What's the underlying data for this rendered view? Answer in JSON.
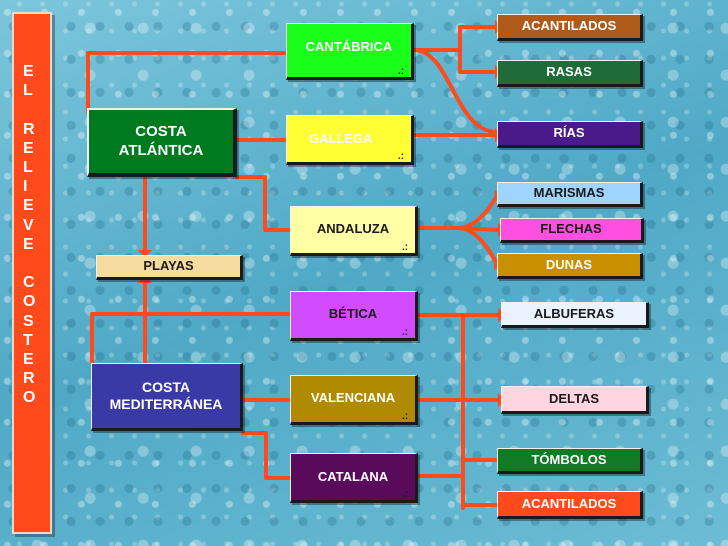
{
  "title": "E\nL\n\nR\nE\nL\nI\nE\nV\nE\n\nC\nO\nS\nT\nE\nR\nO",
  "coasts": {
    "atlantica": "COSTA\nATLÁNTICA",
    "mediterranea": "COSTA\nMEDITERRÁNEA",
    "playas": "PLAYAS"
  },
  "regions": {
    "cantabrica": "CANTÁBRICA",
    "gallega": "GALLEGA",
    "andaluza": "ANDALUZA",
    "betica": "BÉTICA",
    "valenciana": "VALENCIANA",
    "catalana": "CATALANA"
  },
  "forms": {
    "acantilados_top": "ACANTILADOS",
    "rasas": "RASAS",
    "rias": "RÍAS",
    "marismas": "MARISMAS",
    "flechas": "FLECHAS",
    "dunas": "DUNAS",
    "albuferas": "ALBUFERAS",
    "deltas": "DELTAS",
    "tombolos": "TÓMBOLOS",
    "acantilados_bottom": "ACANTILADOS"
  },
  "colors": {
    "connector": "#ff4a1c",
    "atlantica": "#007a1f",
    "mediterranea": "#3a3aa6",
    "cantabrica": "#19ff19",
    "gallega": "#ffff33",
    "andaluza": "#ffffa6",
    "betica": "#d24cff",
    "valenciana": "#b08a00",
    "catalana": "#5a0a5a",
    "playas": "#f7dca0"
  }
}
